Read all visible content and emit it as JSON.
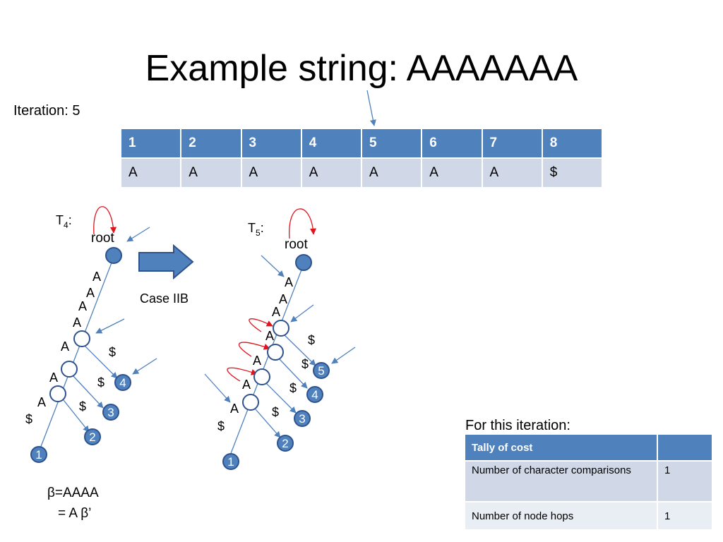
{
  "title": "Example string: AAAAAAA",
  "iteration_label": "Iteration: 5",
  "string_table": {
    "positions": [
      "1",
      "2",
      "3",
      "4",
      "5",
      "6",
      "7",
      "8"
    ],
    "characters": [
      "A",
      "A",
      "A",
      "A",
      "A",
      "A",
      "A",
      "$"
    ]
  },
  "tree_t4": {
    "label": "T",
    "subscript": "4",
    "colon": ":",
    "root_label": "root",
    "edge_labels": [
      "A",
      "A",
      "A",
      "A",
      "A",
      "A",
      "A",
      "$",
      "$",
      "$",
      "$"
    ],
    "leaves": [
      "1",
      "2",
      "3",
      "4"
    ]
  },
  "transition_label": "Case IIB",
  "tree_t5": {
    "label": "T",
    "subscript": "5",
    "colon": ":",
    "root_label": "root",
    "edge_labels": [
      "A",
      "A",
      "A",
      "A",
      "A",
      "A",
      "A",
      "$",
      "$",
      "$",
      "$",
      "$"
    ],
    "leaves": [
      "1",
      "2",
      "3",
      "4",
      "5"
    ]
  },
  "beta_line1": "β=AAAA",
  "beta_line2": "= A β’",
  "tally": {
    "caption": "For this iteration:",
    "header": [
      "Tally of cost",
      ""
    ],
    "rows": [
      {
        "label": "Number of character comparisons",
        "value": "1"
      },
      {
        "label": "Number of node hops",
        "value": "1"
      }
    ]
  },
  "colors": {
    "accent": "#4f81bd",
    "row_light": "#d0d8e8",
    "node_stroke": "#2f528f",
    "arrow_red": "#e0141e",
    "edge": "#4f81bd"
  }
}
